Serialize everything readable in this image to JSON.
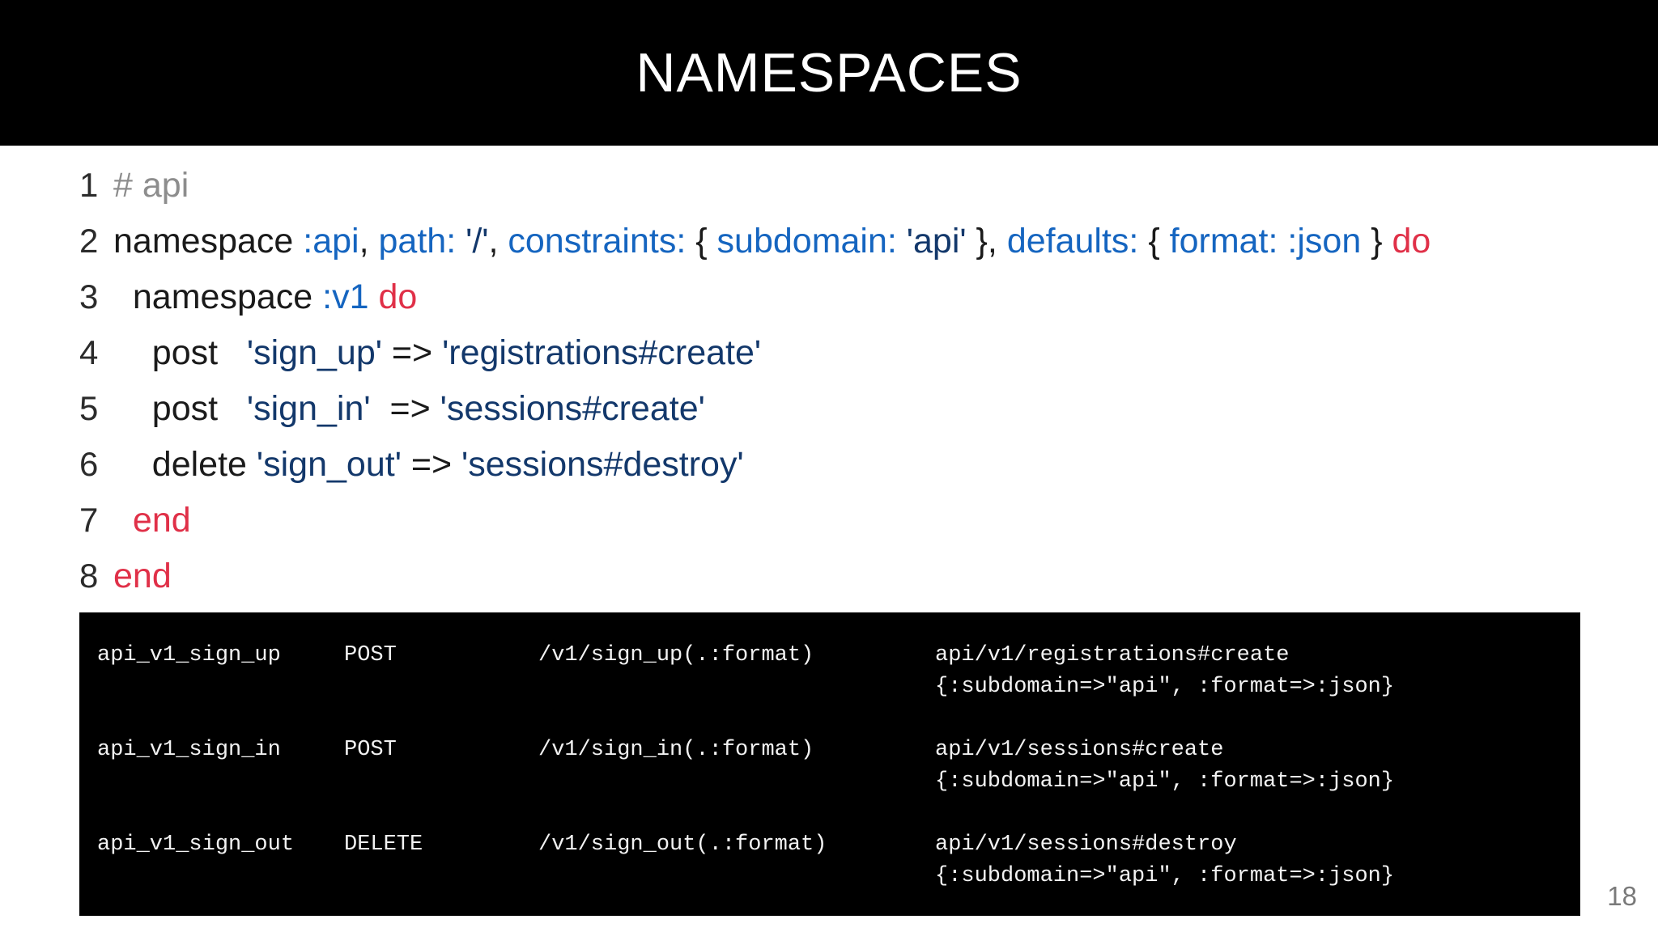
{
  "slide": {
    "title": "NAMESPACES",
    "page_number": "18",
    "colors": {
      "header_background": "#000000",
      "header_text": "#ffffff",
      "slide_background": "#ffffff",
      "comment": "#8d8d8d",
      "symbol": "#1565c0",
      "string": "#13386b",
      "keyword": "#e03048",
      "plain": "#1a1a1a",
      "terminal_background": "#000000",
      "terminal_text": "#f2f2f2",
      "page_number": "#7a7a7a"
    }
  },
  "code": {
    "language": "ruby",
    "lines": [
      {
        "number": "1",
        "plain_text": "# api",
        "tokens": [
          {
            "text": "# api",
            "kind": "comment"
          }
        ]
      },
      {
        "number": "2",
        "plain_text": "namespace :api, path: '/', constraints: { subdomain: 'api' }, defaults: { format: :json } do",
        "tokens": [
          {
            "text": "namespace ",
            "kind": "plain"
          },
          {
            "text": ":api",
            "kind": "symbol"
          },
          {
            "text": ", ",
            "kind": "plain"
          },
          {
            "text": "path:",
            "kind": "symbol"
          },
          {
            "text": " ",
            "kind": "plain"
          },
          {
            "text": "'/'",
            "kind": "string"
          },
          {
            "text": ", ",
            "kind": "plain"
          },
          {
            "text": "constraints:",
            "kind": "symbol"
          },
          {
            "text": " { ",
            "kind": "plain"
          },
          {
            "text": "subdomain:",
            "kind": "symbol"
          },
          {
            "text": " ",
            "kind": "plain"
          },
          {
            "text": "'api'",
            "kind": "string"
          },
          {
            "text": " }, ",
            "kind": "plain"
          },
          {
            "text": "defaults:",
            "kind": "symbol"
          },
          {
            "text": " { ",
            "kind": "plain"
          },
          {
            "text": "format:",
            "kind": "symbol"
          },
          {
            "text": " ",
            "kind": "plain"
          },
          {
            "text": ":json",
            "kind": "symbol"
          },
          {
            "text": " } ",
            "kind": "plain"
          },
          {
            "text": "do",
            "kind": "keyword"
          }
        ]
      },
      {
        "number": "3",
        "plain_text": "  namespace :v1 do",
        "tokens": [
          {
            "text": "  namespace ",
            "kind": "plain"
          },
          {
            "text": ":v1",
            "kind": "symbol"
          },
          {
            "text": " ",
            "kind": "plain"
          },
          {
            "text": "do",
            "kind": "keyword"
          }
        ]
      },
      {
        "number": "4",
        "plain_text": "    post   'sign_up' => 'registrations#create'",
        "tokens": [
          {
            "text": "    post   ",
            "kind": "plain"
          },
          {
            "text": "'sign_up'",
            "kind": "string"
          },
          {
            "text": " => ",
            "kind": "plain"
          },
          {
            "text": "'registrations#create'",
            "kind": "string"
          }
        ]
      },
      {
        "number": "5",
        "plain_text": "    post   'sign_in'  => 'sessions#create'",
        "tokens": [
          {
            "text": "    post   ",
            "kind": "plain"
          },
          {
            "text": "'sign_in'",
            "kind": "string"
          },
          {
            "text": "  => ",
            "kind": "plain"
          },
          {
            "text": "'sessions#create'",
            "kind": "string"
          }
        ]
      },
      {
        "number": "6",
        "plain_text": "    delete 'sign_out' => 'sessions#destroy'",
        "tokens": [
          {
            "text": "    delete ",
            "kind": "plain"
          },
          {
            "text": "'sign_out'",
            "kind": "string"
          },
          {
            "text": " => ",
            "kind": "plain"
          },
          {
            "text": "'sessions#destroy'",
            "kind": "string"
          }
        ]
      },
      {
        "number": "7",
        "plain_text": "  end",
        "tokens": [
          {
            "text": "  ",
            "kind": "plain"
          },
          {
            "text": "end",
            "kind": "keyword"
          }
        ]
      },
      {
        "number": "8",
        "plain_text": "end",
        "tokens": [
          {
            "text": "end",
            "kind": "keyword"
          }
        ]
      }
    ]
  },
  "terminal": {
    "columns": [
      "route_name",
      "verb",
      "uri_pattern",
      "controller_action"
    ],
    "rows": [
      {
        "name": "api_v1_sign_up",
        "verb": "POST",
        "path": "/v1/sign_up(.:format)",
        "controller": "api/v1/registrations#create",
        "options": "{:subdomain=>\"api\", :format=>:json}"
      },
      {
        "name": "api_v1_sign_in",
        "verb": "POST",
        "path": "/v1/sign_in(.:format)",
        "controller": "api/v1/sessions#create",
        "options": "{:subdomain=>\"api\", :format=>:json}"
      },
      {
        "name": "api_v1_sign_out",
        "verb": "DELETE",
        "path": "/v1/sign_out(.:format)",
        "controller": "api/v1/sessions#destroy",
        "options": "{:subdomain=>\"api\", :format=>:json}"
      }
    ]
  }
}
